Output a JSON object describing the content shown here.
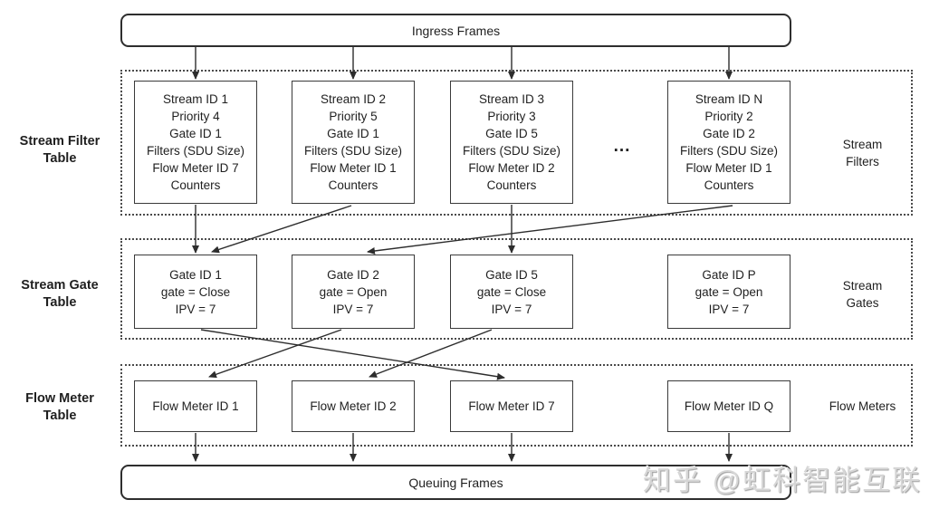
{
  "header": {
    "ingress_label": "Ingress Frames"
  },
  "footer": {
    "queuing_label": "Queuing Frames"
  },
  "stream_filter_section": {
    "left_label": [
      "Stream Filter",
      "Table"
    ],
    "right_label": [
      "Stream",
      "Filters"
    ],
    "ellipsis": "...",
    "boxes": [
      {
        "lines": [
          "Stream ID 1",
          "Priority 4",
          "Gate ID 1",
          "Filters (SDU Size)",
          "Flow Meter ID 7",
          "Counters"
        ]
      },
      {
        "lines": [
          "Stream ID 2",
          "Priority 5",
          "Gate ID 1",
          "Filters (SDU Size)",
          "Flow Meter ID 1",
          "Counters"
        ]
      },
      {
        "lines": [
          "Stream ID 3",
          "Priority 3",
          "Gate ID 5",
          "Filters (SDU Size)",
          "Flow Meter ID 2",
          "Counters"
        ]
      },
      {
        "lines": [
          "Stream ID N",
          "Priority 2",
          "Gate ID 2",
          "Filters (SDU Size)",
          "Flow Meter ID 1",
          "Counters"
        ]
      }
    ]
  },
  "stream_gate_section": {
    "left_label": [
      "Stream Gate",
      "Table"
    ],
    "right_label": [
      "Stream",
      "Gates"
    ],
    "boxes": [
      {
        "lines": [
          "Gate ID 1",
          "gate = Close",
          "IPV = 7"
        ]
      },
      {
        "lines": [
          "Gate ID 2",
          "gate = Open",
          "IPV = 7"
        ]
      },
      {
        "lines": [
          "Gate ID 5",
          "gate = Close",
          "IPV = 7"
        ]
      },
      {
        "lines": [
          "Gate ID P",
          "gate = Open",
          "IPV = 7"
        ]
      }
    ]
  },
  "flow_meter_section": {
    "left_label": [
      "Flow Meter",
      "Table"
    ],
    "right_label": [
      "Flow Meters"
    ],
    "boxes": [
      {
        "label": "Flow Meter ID 1"
      },
      {
        "label": "Flow Meter ID 2"
      },
      {
        "label": "Flow Meter ID 7"
      },
      {
        "label": "Flow Meter ID Q"
      }
    ]
  },
  "watermark": {
    "text": "知乎 @虹科智能互联"
  },
  "colors": {
    "line": "#2d2d2d",
    "box_border": "#3a3a3a",
    "text": "#1f1f1f",
    "watermark": "#d6d6d6"
  }
}
